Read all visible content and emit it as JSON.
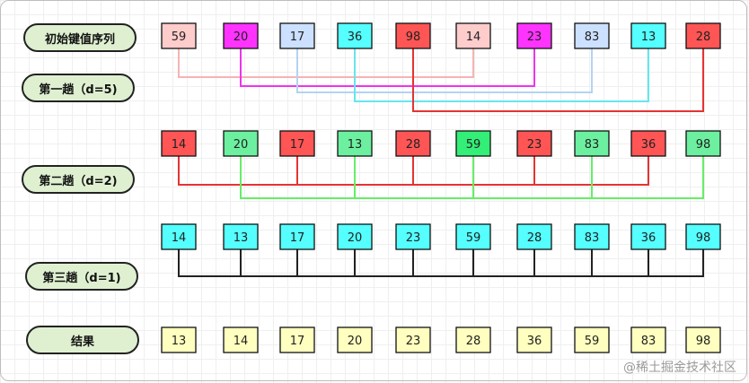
{
  "labels": {
    "initial": "初始键值序列",
    "pass1": "第一趟（d=5)",
    "pass2": "第二趟（d=2)",
    "pass3": "第三趟（d=1)",
    "result": "结果"
  },
  "watermark": "@稀土掘金技术社区",
  "colors": {
    "pink": "#ffcccc",
    "magenta": "#ff33ff",
    "lightblue": "#cce0ff",
    "cyan": "#55ffff",
    "red": "#ff5555",
    "green": "#6cf0a0",
    "brightgreen": "#33ee77",
    "yellow": "#ffffc0",
    "line_pink": "#f7b3b3",
    "line_magenta": "#ee33ee",
    "line_lightblue": "#b3d3f2",
    "line_cyan": "#66e6ee",
    "line_red": "#e53333",
    "line_green": "#66ee66",
    "line_black": "#222222"
  },
  "rows": [
    {
      "id": "initial",
      "values": [
        "59",
        "20",
        "17",
        "36",
        "98",
        "14",
        "23",
        "83",
        "13",
        "28"
      ],
      "colors": [
        "pink",
        "magenta",
        "lightblue",
        "cyan",
        "red",
        "pink",
        "magenta",
        "lightblue",
        "cyan",
        "red"
      ]
    },
    {
      "id": "pass2",
      "values": [
        "14",
        "20",
        "17",
        "13",
        "28",
        "59",
        "23",
        "83",
        "36",
        "98"
      ],
      "colors": [
        "red",
        "green",
        "red",
        "green",
        "red",
        "brightgreen",
        "red",
        "green",
        "red",
        "green"
      ]
    },
    {
      "id": "pass3",
      "values": [
        "14",
        "13",
        "17",
        "20",
        "23",
        "59",
        "28",
        "83",
        "36",
        "98"
      ],
      "colors": [
        "cyan",
        "cyan",
        "cyan",
        "cyan",
        "cyan",
        "cyan",
        "cyan",
        "cyan",
        "cyan",
        "cyan"
      ]
    },
    {
      "id": "result",
      "values": [
        "13",
        "14",
        "17",
        "20",
        "23",
        "28",
        "36",
        "59",
        "83",
        "98"
      ],
      "colors": [
        "yellow",
        "yellow",
        "yellow",
        "yellow",
        "yellow",
        "yellow",
        "yellow",
        "yellow",
        "yellow",
        "yellow"
      ]
    }
  ],
  "connections": [
    {
      "row": 0,
      "members": [
        0,
        5
      ],
      "color": "line_pink"
    },
    {
      "row": 0,
      "members": [
        1,
        6
      ],
      "color": "line_magenta"
    },
    {
      "row": 0,
      "members": [
        2,
        7
      ],
      "color": "line_lightblue"
    },
    {
      "row": 0,
      "members": [
        3,
        8
      ],
      "color": "line_cyan"
    },
    {
      "row": 0,
      "members": [
        4,
        9
      ],
      "color": "line_red"
    },
    {
      "row": 1,
      "members": [
        0,
        2,
        4,
        6,
        8
      ],
      "color": "line_red"
    },
    {
      "row": 1,
      "members": [
        1,
        3,
        5,
        7,
        9
      ],
      "color": "line_green"
    },
    {
      "row": 2,
      "members": [
        0,
        1,
        2,
        3,
        4,
        5,
        6,
        7,
        8,
        9
      ],
      "color": "line_black"
    }
  ]
}
